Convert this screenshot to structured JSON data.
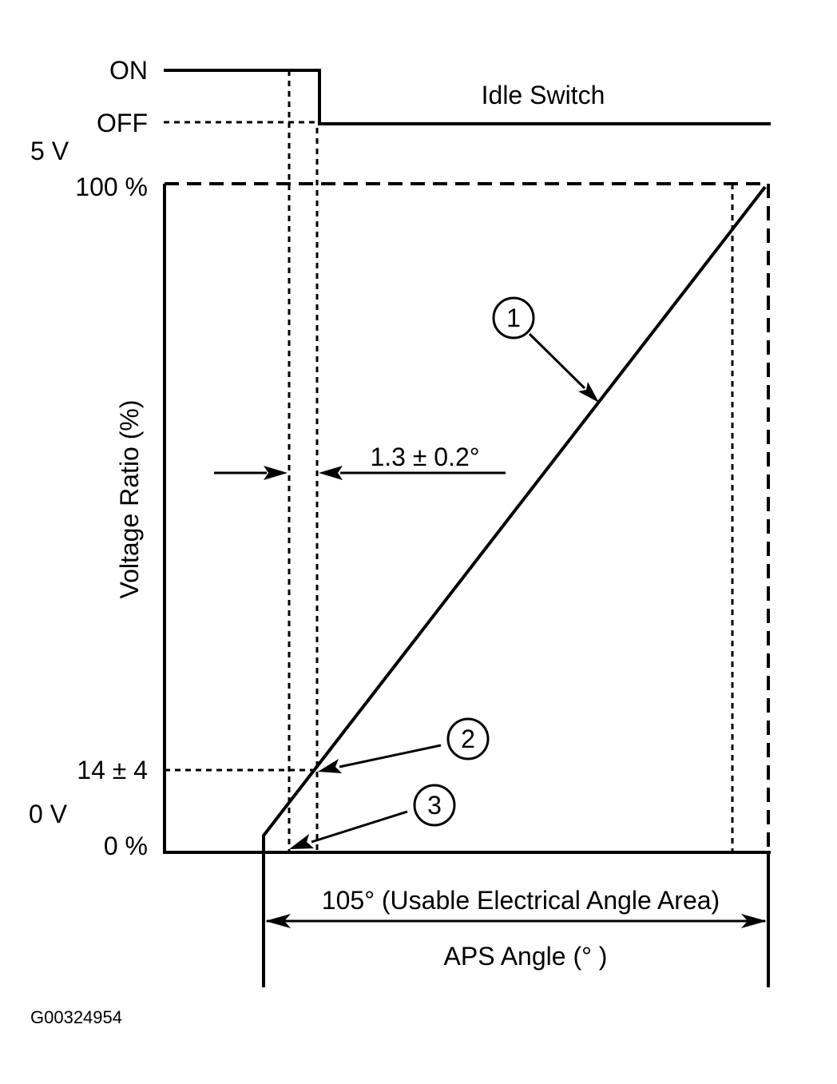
{
  "idle_switch": {
    "on_label": "ON",
    "off_label": "OFF",
    "title": "Idle Switch"
  },
  "axis": {
    "v5_label": "5 V",
    "v0_label": "0 V",
    "pct100_label": "100 %",
    "pct0_label": "0 %",
    "pct14_label": "14 ± 4",
    "y_title": "Voltage Ratio (%)",
    "x_title": "APS Angle (° )"
  },
  "annotations": {
    "hysteresis": "1.3 ± 0.2°",
    "usable_range": "105° (Usable Electrical Angle Area)",
    "callout_1": "1",
    "callout_2": "2",
    "callout_3": "3"
  },
  "figure_id": "G00324954"
}
